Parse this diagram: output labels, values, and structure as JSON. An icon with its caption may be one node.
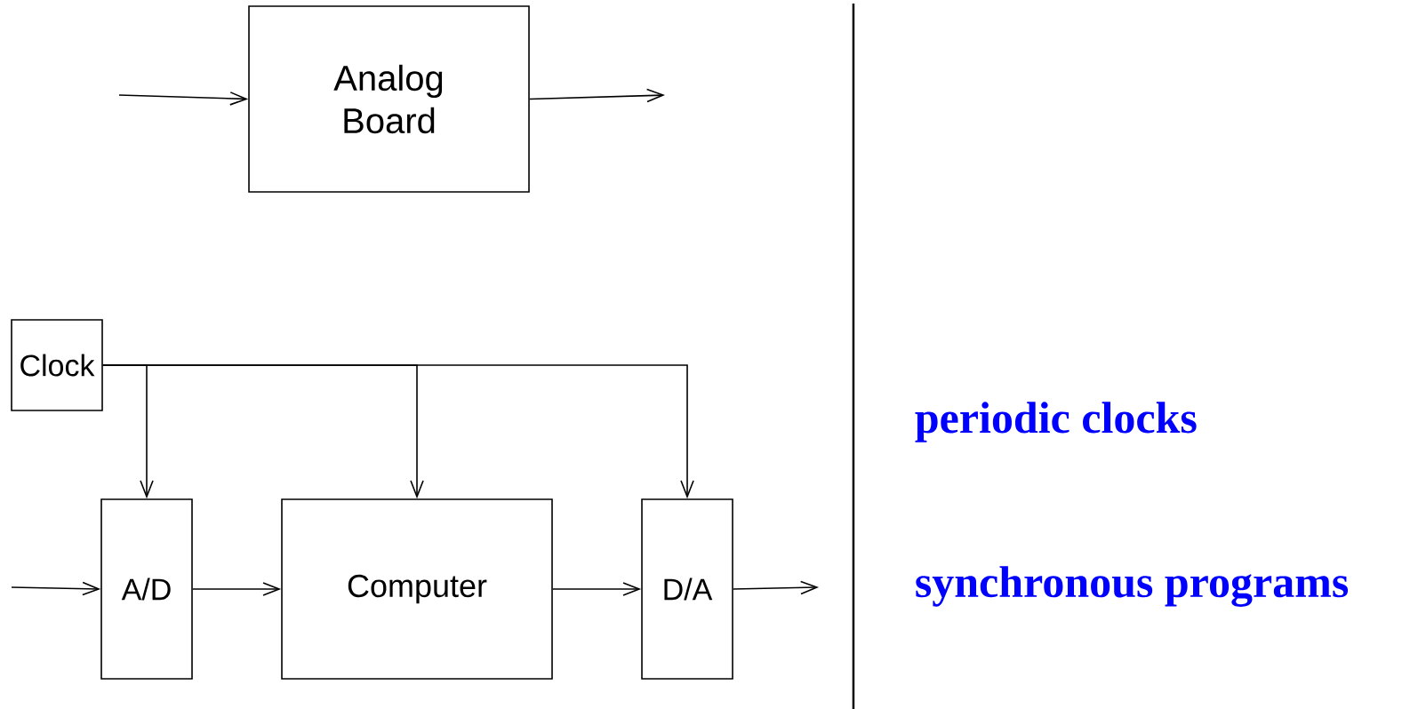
{
  "diagram": {
    "nodes": [
      {
        "text": [
          "Analog Board"
        ]
      },
      {
        "text": [
          "Clock"
        ]
      },
      {
        "text": [
          "A/D"
        ]
      },
      {
        "text": [
          "Computer"
        ]
      },
      {
        "text": [
          "D/A"
        ]
      }
    ],
    "edges": [
      {
        "from": null,
        "to": 0,
        "arrow": "to"
      },
      {
        "from": 0,
        "to": null,
        "arrow": "to"
      },
      {
        "from": 1,
        "to": 2,
        "arrow": "to"
      },
      {
        "from": 1,
        "to": 3,
        "arrow": "to"
      },
      {
        "from": 1,
        "to": 4,
        "arrow": "to"
      },
      {
        "from": null,
        "to": 2,
        "arrow": "to"
      },
      {
        "from": 2,
        "to": 3,
        "arrow": "to"
      },
      {
        "from": 3,
        "to": 4,
        "arrow": "to"
      },
      {
        "from": 4,
        "to": null,
        "arrow": "to"
      }
    ],
    "labels": [
      "periodic clocks",
      "synchronous programs"
    ]
  }
}
